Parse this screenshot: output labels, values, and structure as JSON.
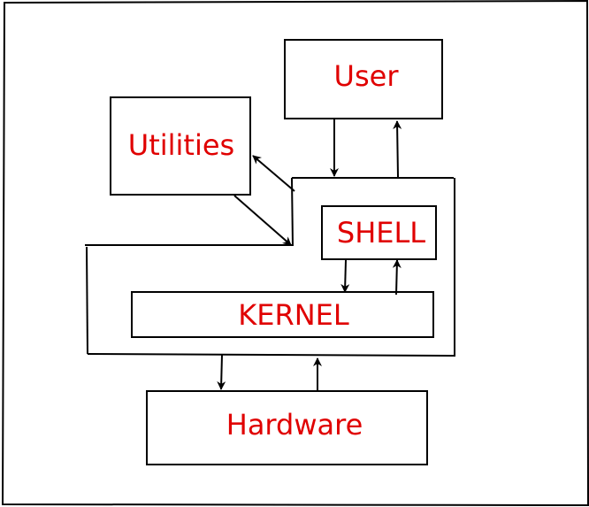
{
  "diagram": {
    "nodes": {
      "user": {
        "label": "User"
      },
      "utilities": {
        "label": "Utilities"
      },
      "shell": {
        "label": "SHELL"
      },
      "kernel": {
        "label": "KERNEL"
      },
      "hardware": {
        "label": "Hardware"
      }
    },
    "label_color": "#e00000",
    "line_color": "#000000"
  }
}
